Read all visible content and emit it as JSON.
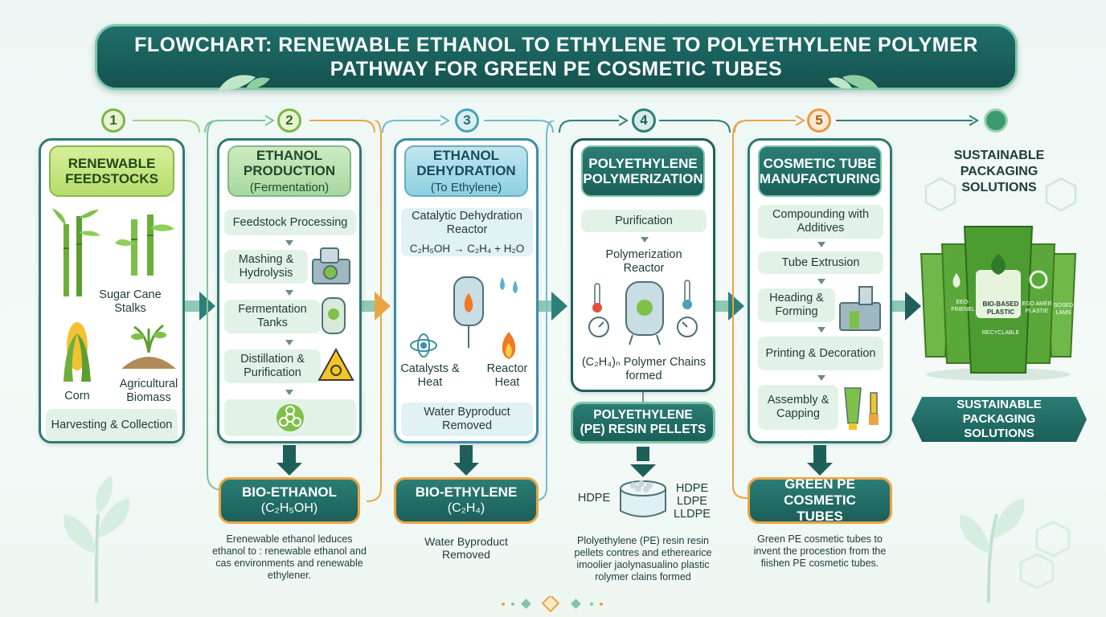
{
  "title": {
    "line1": "FLOWCHART: RENEWABLE ETHANOL TO ETHYLENE TO POLYETHYLENE POLYMER",
    "line2": "PATHWAY FOR GREEN PE COSMETIC TUBES"
  },
  "steps": [
    "1",
    "2",
    "3",
    "4",
    "5"
  ],
  "stage1": {
    "title": "RENEWABLE FEEDSTOCKS",
    "sugarcane": "Sugar Cane Stalks",
    "corn": "Corn",
    "biomass": "Agricultural Biomass",
    "harvest": "Harvesting & Collection"
  },
  "stage2": {
    "title": "ETHANOL PRODUCTION",
    "subtitle": "(Fermentation)",
    "steps": [
      "Feedstock Processing",
      "Mashing & Hydrolysis",
      "Fermentation Tanks",
      "Distillation & Purification"
    ],
    "output_title": "BIO-ETHANOL",
    "output_formula": "(C₂H₅OH)",
    "caption": "Erenewable ethanol leduces ethanol to : renewable ethanol and cas environments and renewable ethylener."
  },
  "stage3": {
    "title": "ETHANOL DEHYDRATION",
    "subtitle": "(To Ethylene)",
    "reactor": "Catalytic Dehydration Reactor",
    "equation": "C₂H₅OH → C₂H₄ + H₂O",
    "catalysts": "Catalysts & Heat",
    "reactor_heat": "Reactor Heat",
    "water": "Water Byproduct Removed",
    "output_title": "BIO-ETHYLENE",
    "output_formula": "(C₂H₄)",
    "caption": "Water Byproduct Removed"
  },
  "stage4": {
    "title": "POLYETHYLENE POLYMERIZATION",
    "purification": "Purification",
    "reactor": "Polymerization Reactor",
    "chains": "(C₂H₄)ₙ Polymer Chains formed",
    "resin": "POLYETHYLENE (PE) RESIN PELLETS",
    "hdpe_left": "HDPE",
    "grades": [
      "HDPE",
      "LDPE",
      "LLDPE"
    ],
    "caption": "Plolyethylene (PE) resin resin pellets contres and etherearice imoolier jaolynasualino plastic rolymer clains formed"
  },
  "stage5": {
    "title": "COSMETIC TUBE MANUFACTURING",
    "steps": [
      "Compounding with Additives",
      "Tube Extrusion",
      "Heading & Forming",
      "Printing & Decoration",
      "Assembly & Capping"
    ],
    "output_title": "GREEN PE COSMETIC TUBES",
    "caption": "Green PE cosmetic tubes to invent the procestion from the fiishen PE cosmetic tubes."
  },
  "final": {
    "title": "SUSTAINABLE PACKAGING SOLUTIONS",
    "banner": "SUSTAINABLE PACKAGING SOLUTIONS",
    "tube_labels": [
      "EEO-FRIENEL",
      "BIO-BASED PLASTIC",
      "RECYCLABLE",
      "EGO AMER PLASTIE",
      "SOSED LAMS"
    ]
  },
  "colors": {
    "teal_dark": "#1b5f5a",
    "accent_orange": "#e9a545",
    "leaf_green": "#7db547"
  }
}
